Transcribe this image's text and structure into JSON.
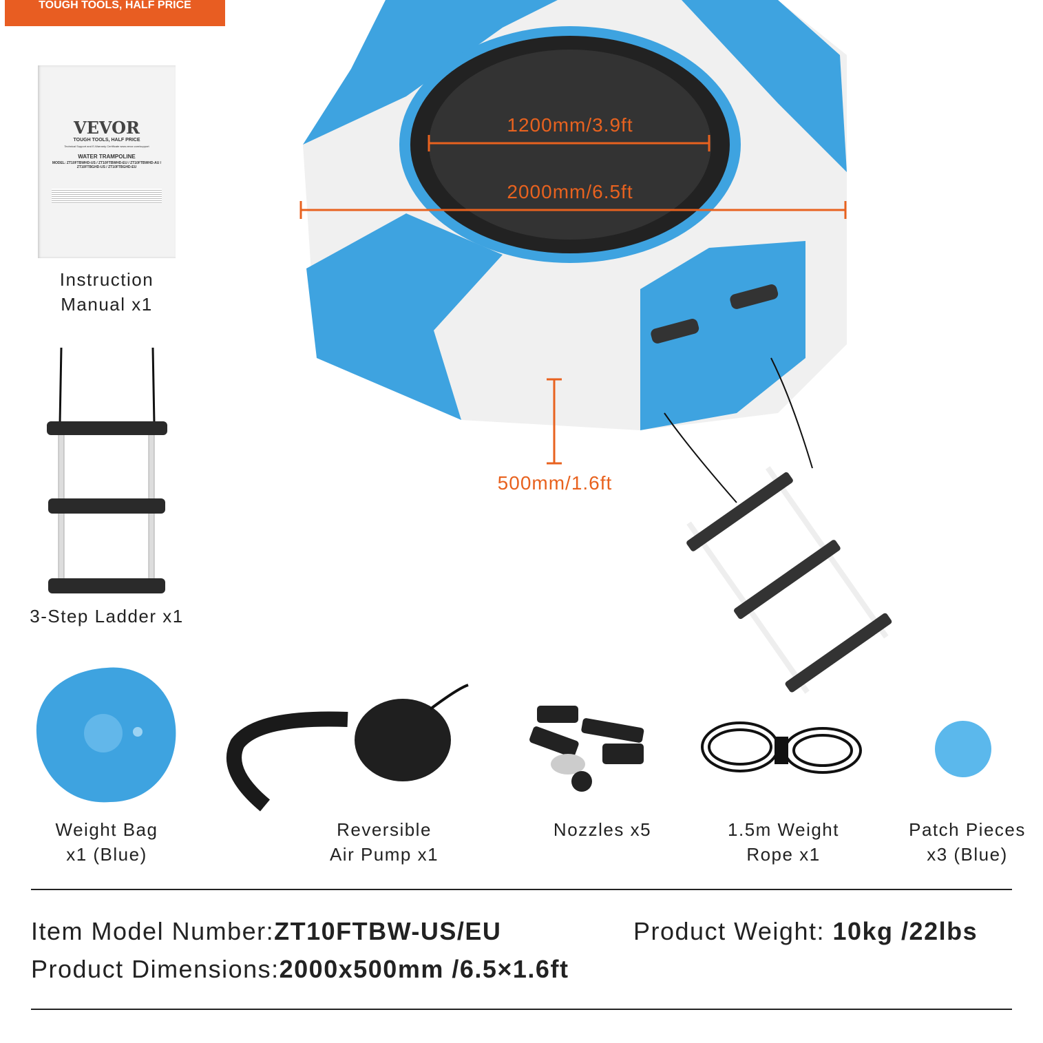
{
  "banner": "TOUGH TOOLS, HALF PRICE",
  "manual_cover": {
    "brand": "VEVOR",
    "tagline": "TOUGH TOOLS, HALF PRICE",
    "support": "Technical Support and E-Warranty Certificate www.vevor.com/support",
    "title": "WATER TRAMPOLINE",
    "model": "MODEL: ZT10FTBWHD-US / ZT10FTBWHD-EU / ZT10FTBWHD-AU / ZT10FTBGHD-US / ZT10FTBGHD-EU"
  },
  "items": [
    {
      "line1": "Instruction",
      "line2": "Manual x1"
    },
    {
      "line1": "3-Step Ladder x1"
    },
    {
      "line1": "Weight Bag",
      "line2": "x1 (Blue)"
    },
    {
      "line1": "Reversible",
      "line2": "Air Pump x1"
    },
    {
      "line1": "Nozzles x5"
    },
    {
      "line1": "1.5m Weight",
      "line2": "Rope x1"
    },
    {
      "line1": "Patch Pieces",
      "line2": "x3 (Blue)"
    }
  ],
  "dimensions": {
    "inner": "1200mm/3.9ft",
    "outer": "2000mm/6.5ft",
    "height": "500mm/1.6ft"
  },
  "specs": {
    "model_label": "Item Model Number:",
    "model_value": "ZT10FTBW-US/EU",
    "weight_label": "Product Weight:",
    "weight_value": "10kg /22lbs",
    "dims_label": "Product Dimensions:",
    "dims_value": "2000x500mm /6.5×1.6ft"
  },
  "colors": {
    "accent": "#e85d22",
    "blue": "#3ea3e0",
    "patch": "#5bb8ec"
  }
}
